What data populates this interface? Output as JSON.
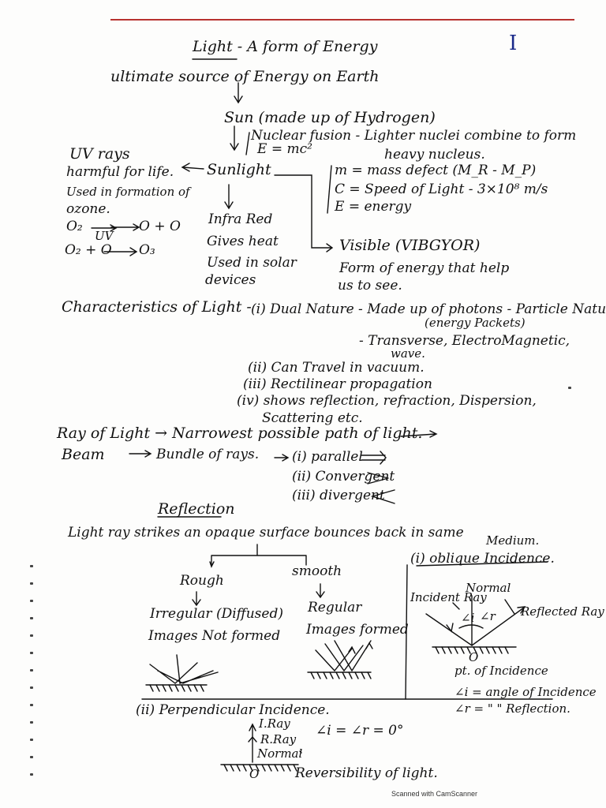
{
  "title": "Light - A form of Energy",
  "page_mark": "I",
  "lines": {
    "source": "ultimate source of Energy on Earth",
    "sun": "Sun (made up of Hydrogen)",
    "fusion": "Nuclear fusion - Lighter nuclei combine to form",
    "formula": "E = mc²",
    "heavy_nucleus": "heavy nucleus."
  },
  "uv": {
    "title": "UV rays",
    "line1": "harmful for life.",
    "line2": "Used in formation of",
    "line3": "ozone.",
    "reaction1_left": "O₂",
    "reaction1_label": "UV",
    "reaction1_right": "O + O",
    "reaction2_left": "O₂ + O",
    "reaction2_right": "O₃"
  },
  "sunlight": {
    "label": "Sunlight",
    "mass_defect": "m = mass defect (M_R - M_P)",
    "speed": "C = Speed of Light - 3×10⁸ m/s",
    "energy": "E = energy"
  },
  "infrared": {
    "title": "Infra Red",
    "line1": "Gives heat",
    "line2": "Used in solar",
    "line3": "devices"
  },
  "visible": {
    "title": "Visible (VIBGYOR)",
    "line1": "Form of energy that help",
    "line2": "us to see."
  },
  "characteristics": {
    "heading": "Characteristics of Light -",
    "dual_nature": "(i) Dual Nature - Made up of photons - Particle Nature",
    "energy_packets": "(energy Packets)",
    "transverse": "- Transverse, ElectroMagnetic,",
    "wave": "wave.",
    "item2": "(ii) Can Travel in vacuum.",
    "item3": "(iii) Rectilinear propagation",
    "item4": "(iv) shows reflection, refraction, Dispersion,",
    "item4_cont": "Scattering etc."
  },
  "ray": {
    "definition": "Ray of Light → Narrowest possible path of light."
  },
  "beam": {
    "label": "Beam",
    "definition": "Bundle of rays.",
    "types": [
      "(i) parallel",
      "(ii) Convergent",
      "(iii) divergent"
    ]
  },
  "reflection": {
    "heading": "Reflection",
    "definition": "Light ray strikes an opaque surface bounces back in same",
    "definition_cont": "Medium.",
    "rough": "Rough",
    "smooth": "smooth",
    "irregular": "Irregular (Diffused)",
    "irregular_note": "Images Not formed",
    "regular": "Regular",
    "regular_note": "Images formed"
  },
  "oblique": {
    "heading": "(i) oblique Incidence.",
    "incident_ray": "Incident Ray",
    "normal": "Normal",
    "angle_i": "∠i",
    "angle_r": "∠r",
    "reflected_ray": "Reflected Ray",
    "point_o": "O",
    "point_of_incidence": "pt. of Incidence",
    "angle_incidence_def": "∠i = angle of Incidence",
    "angle_reflection_def": "∠r = \" \" Reflection."
  },
  "perpendicular": {
    "heading": "(ii) Perpendicular Incidence.",
    "i_ray": "I.Ray",
    "r_ray": "R.Ray",
    "normal": "Normal",
    "angles_equal": "∠i = ∠r = 0°",
    "point_o": "O",
    "reversibility": "Reversibility of light."
  },
  "footer": "Scanned with CamScanner"
}
